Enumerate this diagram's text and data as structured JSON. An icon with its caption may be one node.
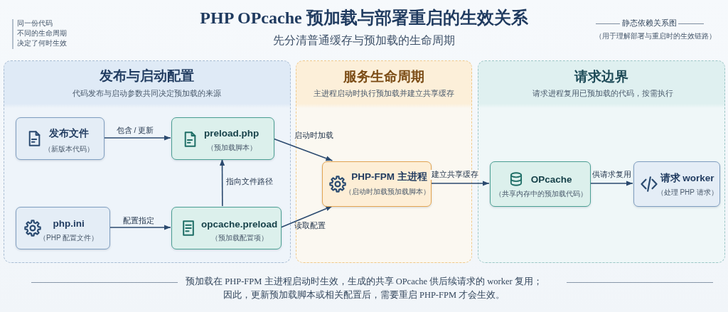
{
  "diagram": {
    "title": "PHP OPcache 预加载与部署重启的生效关系",
    "caption": "预加载在 PHP-FPM 主进程启动时生效，生成的共享 OPcache 供后续请求的 worker 复用；因此，更新预加载脚本或相关配置后，需要重启 PHP-FPM 才会生效。",
    "nodes": [
      {
        "text": [
          "发布与启动配置",
          "代码发布与启动参数共同决定预加载的来源"
        ]
      },
      {
        "text": [
          "发布文件",
          "（新版本代码）"
        ],
        "in": 0
      },
      {
        "text": [
          "preload.php",
          "（预加载脚本）"
        ],
        "in": 0
      },
      {
        "text": [
          "php.ini",
          "（PHP 配置文件）"
        ],
        "in": 0
      },
      {
        "text": [
          "opcache.preload",
          "（预加载配置项）"
        ],
        "in": 0
      },
      {
        "text": [
          "服务生命周期",
          "主进程启动时执行预加载并建立共享缓存"
        ]
      },
      {
        "text": [
          "PHP-FPM 主进程",
          "（启动时加载预加载脚本）"
        ],
        "in": 5
      },
      {
        "text": [
          "请求边界",
          "请求进程复用已预加载的代码，按需执行"
        ]
      },
      {
        "text": [
          "OPcache",
          "（共享内存中的预加载代码）"
        ],
        "in": 7
      },
      {
        "text": [
          "请求 worker",
          "（处理 PHP 请求）"
        ],
        "in": 7
      }
    ],
    "edges": [
      {
        "from": 1,
        "to": 2,
        "arrow": "to",
        "label": "包含 / 更新"
      },
      {
        "from": 4,
        "to": 2,
        "arrow": "to",
        "label": "指向文件路径"
      },
      {
        "from": 3,
        "to": 4,
        "arrow": "to",
        "label": "配置指定"
      },
      {
        "from": 2,
        "to": 6,
        "arrow": "to",
        "label": "启动时加载"
      },
      {
        "from": 4,
        "to": 6,
        "arrow": "to",
        "label": "读取配置"
      },
      {
        "from": 6,
        "to": 8,
        "arrow": "to",
        "label": "建立共享缓存"
      },
      {
        "from": 8,
        "to": 9,
        "arrow": "to",
        "label": "供请求复用"
      }
    ],
    "labels": [
      "同一份代码",
      "不同的生命周期",
      "决定了何时生效",
      "先分清普通缓存与预加载的生命周期",
      "静态依赖关系图",
      "（用于理解部署与重启时的生效链路）"
    ]
  }
}
